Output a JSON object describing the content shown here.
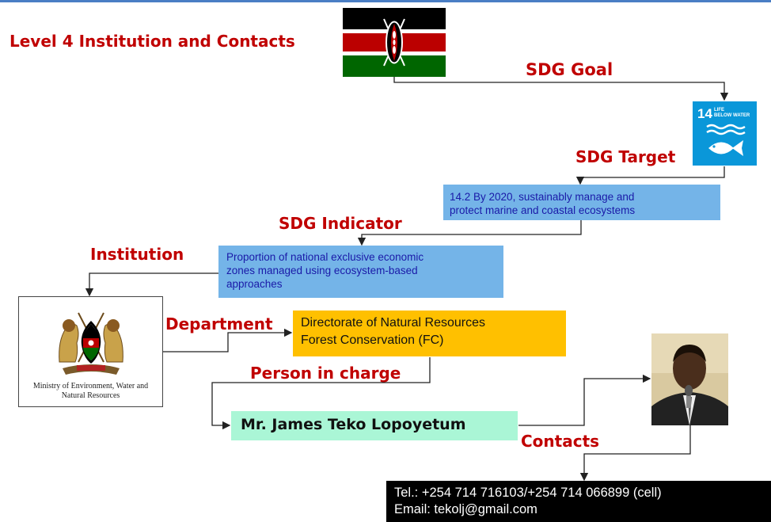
{
  "title": "Level  4  Institution and Contacts",
  "labels": {
    "sdg_goal": "SDG Goal",
    "sdg_target": "SDG Target",
    "sdg_indicator": "SDG Indicator",
    "institution": "Institution",
    "department": "Department",
    "person_in_charge": "Person in charge",
    "contacts": "Contacts"
  },
  "sdg_icon": {
    "number": "14",
    "title_line1": "LIFE",
    "title_line2": "BELOW WATER",
    "color": "#0a97d9"
  },
  "target": {
    "line1": "14.2 By 2020, sustainably manage and",
    "line2": "protect marine and coastal ecosystems"
  },
  "indicator": {
    "line1": "Proportion of national exclusive economic",
    "line2": "zones managed using ecosystem-based",
    "line3": "approaches"
  },
  "ministry": {
    "caption_line1": "Ministry of Environment, Water and",
    "caption_line2": "Natural Resources",
    "emblem": "kenya-coat-of-arms-icon"
  },
  "department": {
    "line1": "Directorate of  Natural Resources",
    "line2": "Forest Conservation (FC)"
  },
  "person": {
    "name": "Mr. James Teko Lopoyetum"
  },
  "contact": {
    "tel": "Tel.: +254 714 716103/+254 714 066899 (cell)",
    "email": "Email: tekolj@gmail.com"
  },
  "colors": {
    "label_red": "#c00000",
    "box_blue": "#74b4e8",
    "box_text_blue": "#1a1aa8",
    "dept_orange": "#ffc000",
    "person_mint": "#aaf6d6",
    "top_rule": "#4a7ec4"
  }
}
